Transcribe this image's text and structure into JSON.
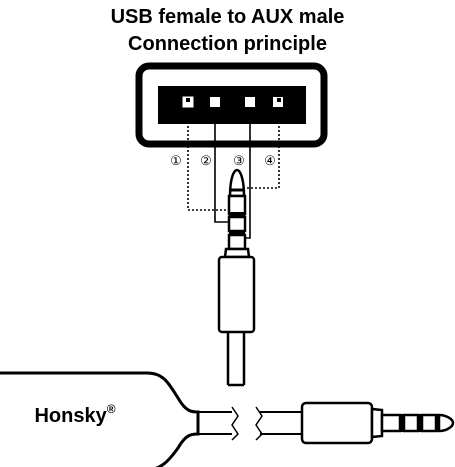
{
  "title_line1": "USB female to AUX male",
  "title_line2": "Connection principle",
  "pin_labels": [
    "①",
    "②",
    "③",
    "④"
  ],
  "brand": "Honsky",
  "brand_mark": "®",
  "colors": {
    "ink": "#000000",
    "background": "#ffffff"
  }
}
